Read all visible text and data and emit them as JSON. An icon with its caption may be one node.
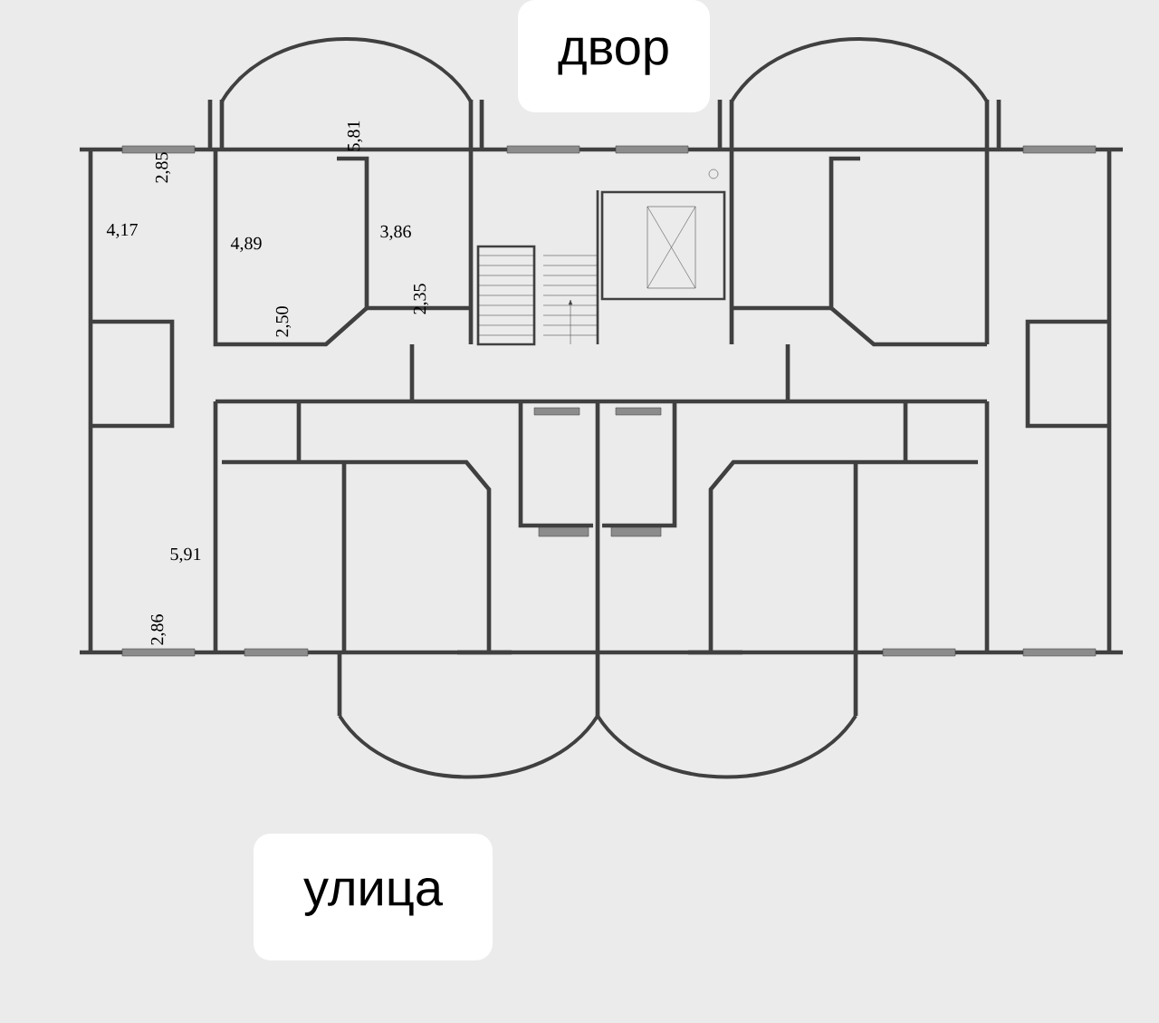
{
  "diagram": {
    "nodes": [
      {
        "text": [
          "двор"
        ]
      },
      {
        "text": [
          "улица"
        ]
      }
    ],
    "labels": [
      "2,85",
      "4,17",
      "4,89",
      "5,81",
      "3,86",
      "2,35",
      "2,50",
      "5,91",
      "2,86"
    ]
  }
}
